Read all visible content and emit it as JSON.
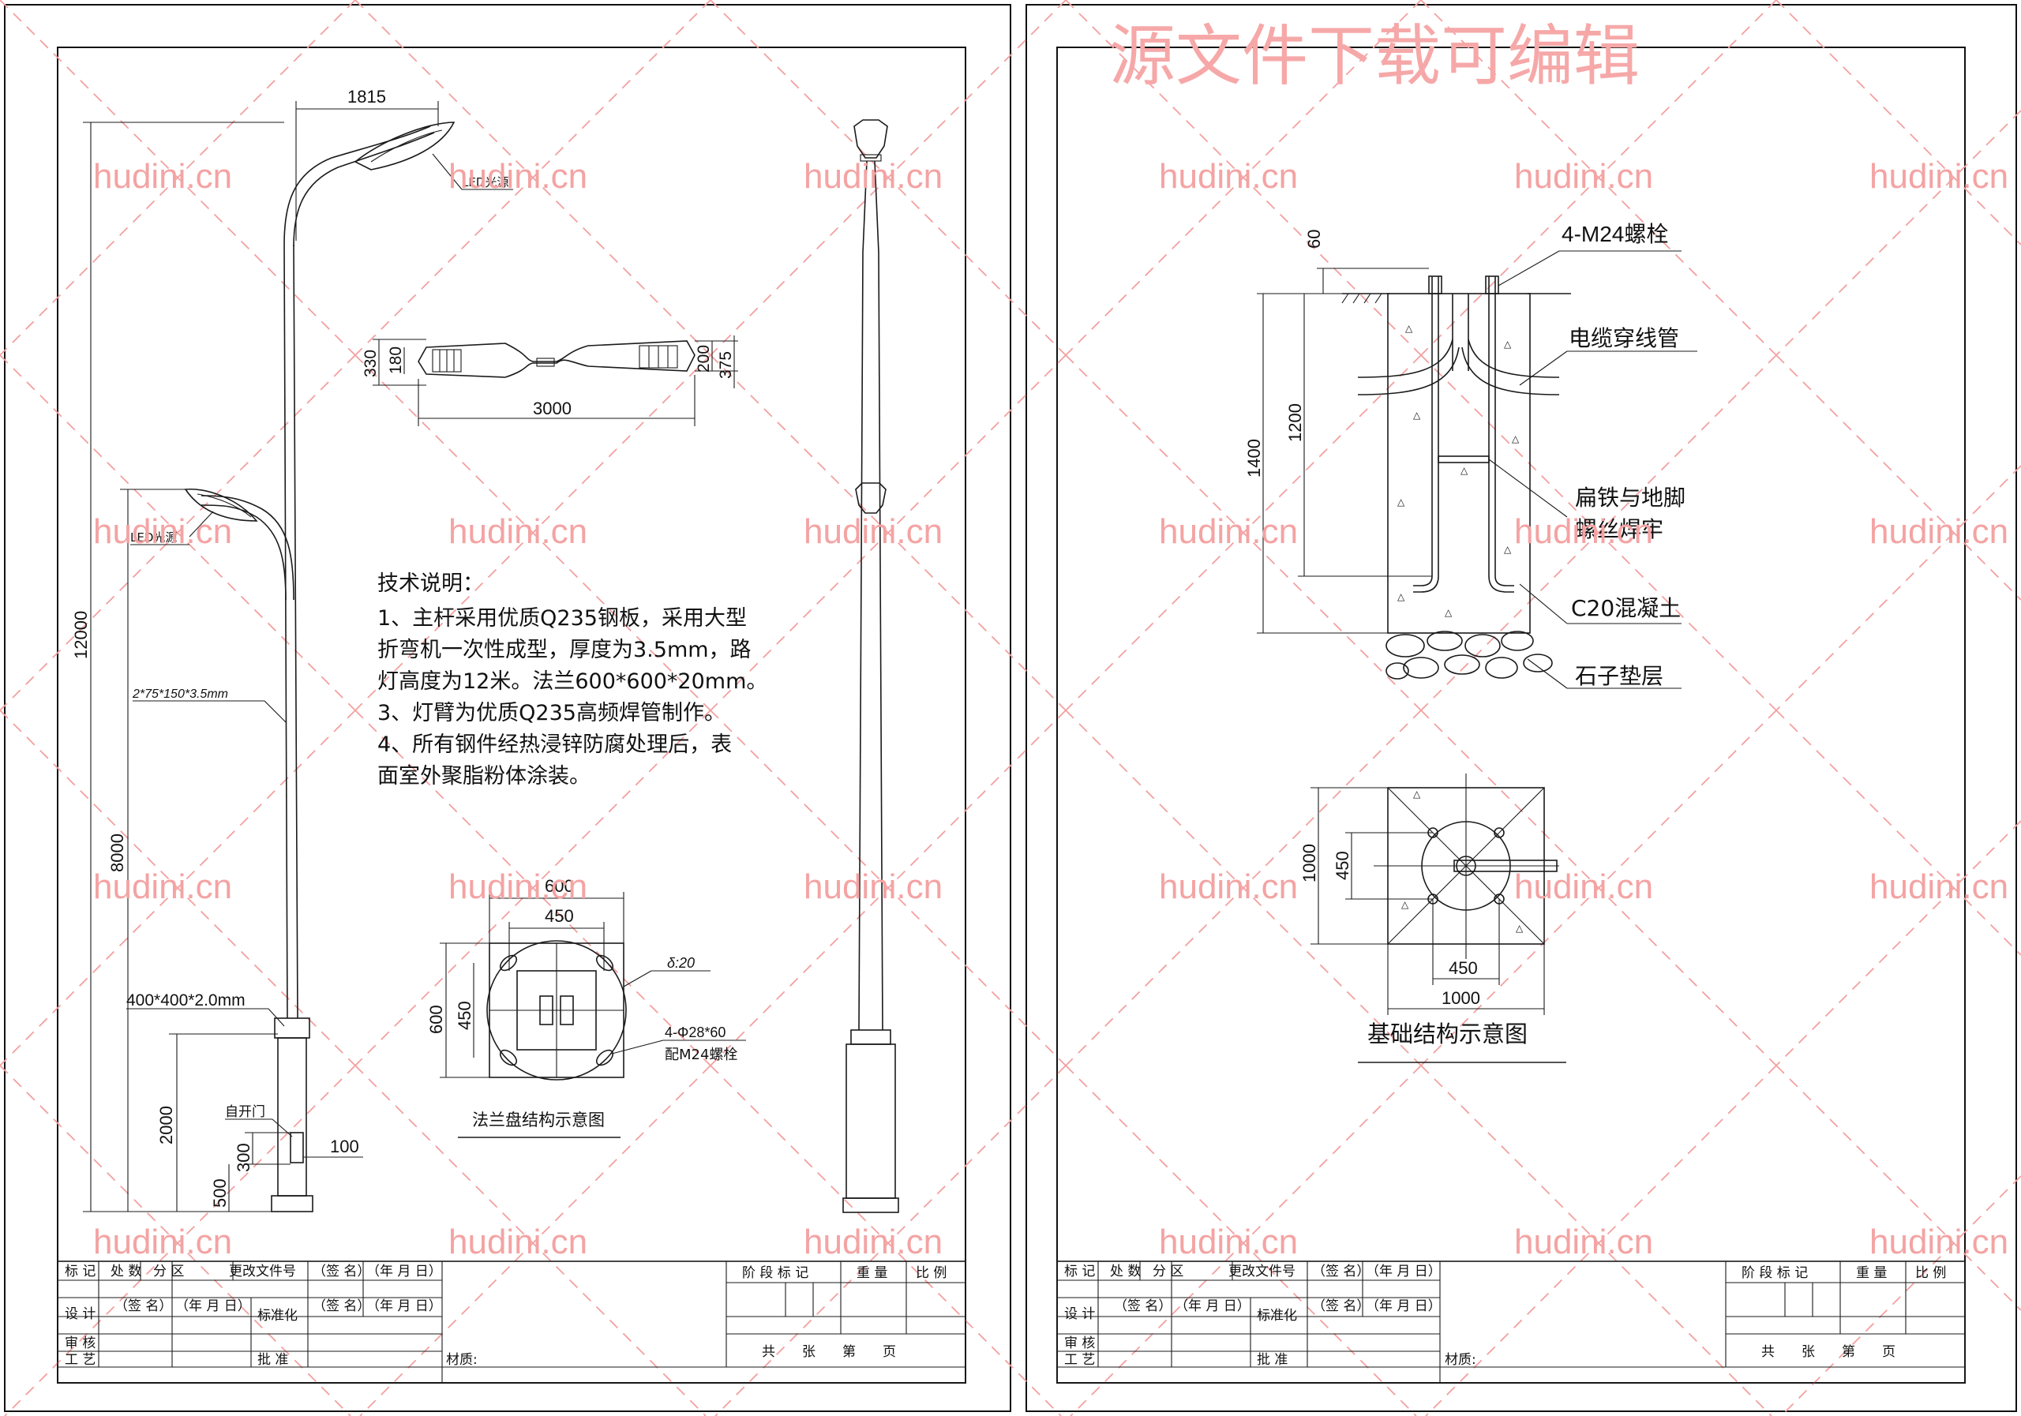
{
  "watermark": {
    "site": "hudini.cn",
    "banner": "源文件下载可编辑"
  },
  "left_sheet": {
    "labels": {
      "arm_width": "1815",
      "led_top": "LED光源",
      "led_low": "LED光源",
      "height_total": "12000",
      "height_low": "8000",
      "pole_spec": "2*75*150*3.5mm",
      "base_spec": "400*400*2.0mm",
      "door_label": "自开门",
      "height_2000": "2000",
      "height_300": "300",
      "height_500": "500",
      "door_depth": "100",
      "lamp_330": "330",
      "lamp_180": "180",
      "lamp_200": "200",
      "lamp_375": "375",
      "lamp_length": "3000"
    },
    "notes": {
      "title": "技术说明：",
      "lines": [
        "1、主杆采用优质Q235钢板，采用大型",
        "折弯机一次性成型，厚度为3.5mm，路",
        "灯高度为12米。法兰600*600*20mm。",
        "3、灯臂为优质Q235高频焊管制作。",
        "4、所有钢件经热浸锌防腐处理后，表",
        "面室外聚脂粉体涂装。"
      ]
    },
    "flange": {
      "dim_outer": "600",
      "dim_inner": "450",
      "dim_side_outer": "600",
      "dim_side_inner": "450",
      "thickness": "δ:20",
      "holes": "4-Φ28*60",
      "bolts": "配M24螺栓",
      "caption": "法兰盘结构示意图"
    }
  },
  "right_sheet": {
    "section": {
      "bolt_label": "4-M24螺栓",
      "dim_60": "60",
      "dim_1200": "1200",
      "dim_1400": "1400",
      "conduit": "电缆穿线管",
      "weld_line1": "扁铁与地脚",
      "weld_line2": "螺丝焊牢",
      "concrete": "C20混凝土",
      "gravel": "石子垫层"
    },
    "plan": {
      "dim_1000_v": "1000",
      "dim_450_v": "450",
      "dim_450_h": "450",
      "dim_1000_h": "1000",
      "caption": "基础结构示意图"
    }
  },
  "title_block": {
    "row1": [
      "标 记",
      "处 数",
      "分 区",
      "更改文件号",
      "（签 名）",
      "（年 月 日）"
    ],
    "row2_left": [
      "设 计",
      "（签 名）",
      "（年 月 日）",
      "标准化",
      "（签 名）",
      "（年 月 日）"
    ],
    "row3_left": [
      "审 核"
    ],
    "row4_left": [
      "工 艺",
      "批 准"
    ],
    "material": "材质:",
    "stage": "阶 段 标 记",
    "weight": "重 量",
    "scale": "比 例",
    "sheets": "共　　张　　第　　页"
  }
}
